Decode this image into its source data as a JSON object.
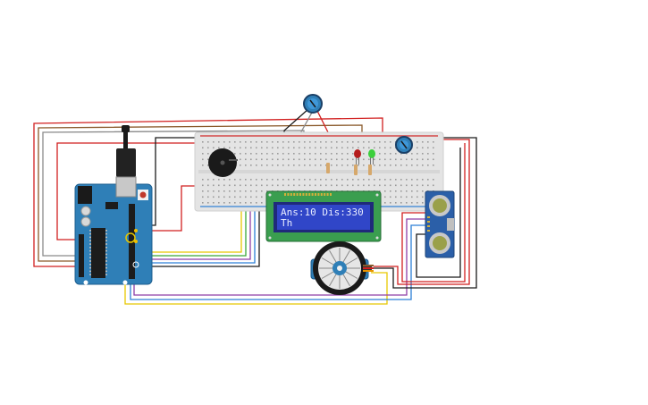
{
  "lcd": {
    "line1": "Ans:10 Dis:330",
    "line2": "Th"
  },
  "colors": {
    "arduino_board": "#2f7fb7",
    "breadboard": "#e4e4e4",
    "lcd_pcb": "#3a9e4f",
    "lcd_screen": "#3046c8",
    "sensor_board": "#2b5fa8",
    "servo_body": "#2f7fb7",
    "led_red": "#b51c1c",
    "led_green": "#3ccf3c",
    "potentiometer": "#2f7fb7",
    "buzzer": "#1a1a1a",
    "wire_red": "#d11f1f",
    "wire_black": "#1a1a1a",
    "wire_brown": "#8a5a2b",
    "wire_yellow": "#e8c800",
    "wire_green": "#38a838",
    "wire_purple": "#8e3fa8",
    "wire_blue": "#2c7fd6",
    "wire_gray": "#8a8a8a"
  },
  "components": [
    {
      "id": "arduino",
      "icon": "arduino-uno-icon"
    },
    {
      "id": "breadboard",
      "icon": "breadboard-icon"
    },
    {
      "id": "lcd",
      "icon": "lcd-16x2-icon"
    },
    {
      "id": "ultrasonic-sensor",
      "icon": "ultrasonic-sensor-icon"
    },
    {
      "id": "servo",
      "icon": "servo-motor-icon"
    },
    {
      "id": "buzzer",
      "icon": "piezo-buzzer-icon"
    },
    {
      "id": "led-red",
      "icon": "led-icon"
    },
    {
      "id": "led-green",
      "icon": "led-icon"
    },
    {
      "id": "potentiometer-top",
      "icon": "potentiometer-icon"
    },
    {
      "id": "potentiometer-right",
      "icon": "potentiometer-icon"
    }
  ]
}
